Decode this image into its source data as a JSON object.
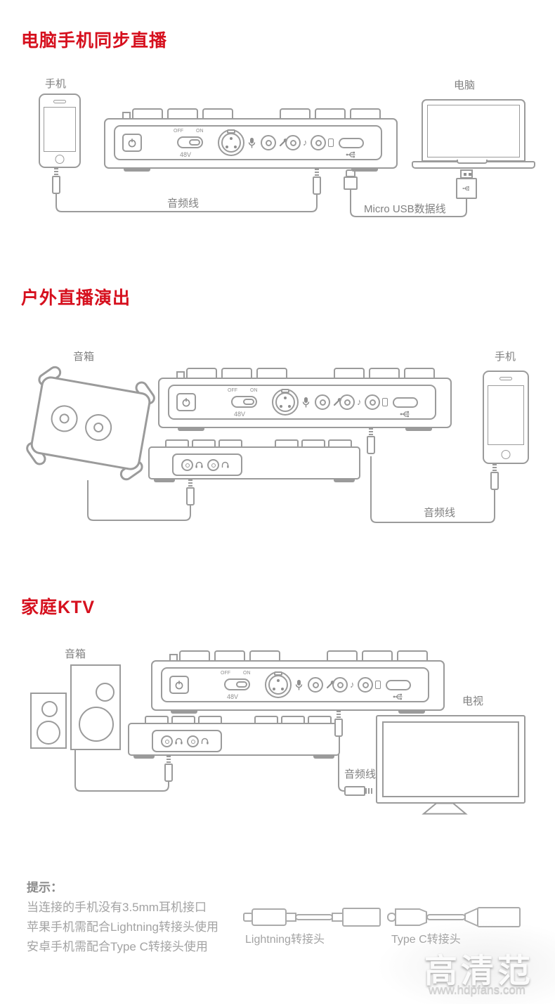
{
  "titles": {
    "s1": "电脑手机同步直播",
    "s2": "户外直播演出",
    "s3": "家庭KTV"
  },
  "labels": {
    "phone": "手机",
    "computer": "电脑",
    "speaker": "音箱",
    "tv": "电视",
    "audio_cable": "音频线",
    "usb_cable": "Micro USB数据线"
  },
  "device": {
    "off": "OFF",
    "on": "ON",
    "phantom": "48V"
  },
  "icons": {
    "music_note": "♪"
  },
  "tips": {
    "heading": "提示：",
    "line1": "当连接的手机没有3.5mm耳机接口",
    "line2": "苹果手机需配合Lightning转接头使用",
    "line3": "安卓手机需配合Type C转接头使用"
  },
  "adapters": {
    "lightning": "Lightning转接头",
    "type_c": "Type C转接头"
  },
  "watermark": {
    "brand": "高清范",
    "site": "www.hdpfans.com"
  },
  "colors": {
    "accent_red": "#d6101e",
    "line_gray": "#9b9b9b",
    "label_gray": "#808080"
  }
}
